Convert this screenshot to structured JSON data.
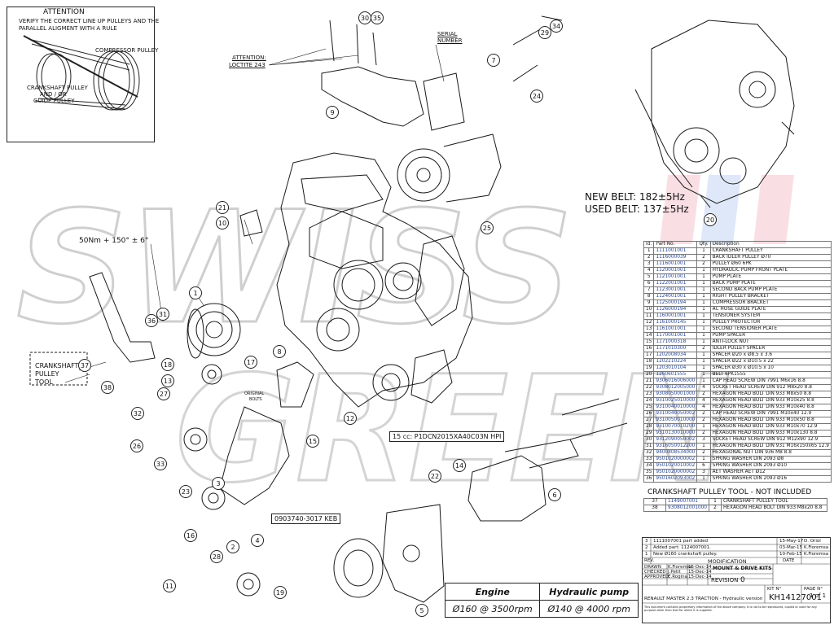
{
  "attention": {
    "title": "ATTENTION",
    "text_line1": "VERIFY THE CORRECT LINE UP PULLEYS AND THE",
    "text_line2": "PARALLEL ALIGMENT WITH A RULE",
    "compressor_pulley": "COMPRESSOR PULLEY",
    "crankshaft_line1": "CRANKSHAFT PULLEY",
    "crankshaft_line2": "AND / OR",
    "crankshaft_line3": "GUIDE PULLEY"
  },
  "callouts": {
    "loctite_line1": "ATTENTION:",
    "loctite_line2": "LOCTITE 243",
    "serial_line1": "SERIAL",
    "serial_line2": "NUMBER",
    "torque": "50Nm + 150° ± 6°",
    "original_bolts_line1": "ORIGINAL",
    "original_bolts_line2": "BOLTS",
    "tool_line1": "CRANKSHAFT",
    "tool_line2": "PULLEY",
    "tool_line3": "TOOL",
    "compressor_code": "15 cc: P1DCN2015XA40C03N HPI",
    "keb_code": "0903740-3017 KEB"
  },
  "belt": {
    "new": "NEW BELT: 182±5Hz",
    "used": "USED BELT: 137±5Hz"
  },
  "balloons": [
    "1",
    "2",
    "3",
    "4",
    "5",
    "6",
    "7",
    "8",
    "9",
    "10",
    "11",
    "12",
    "13",
    "14",
    "15",
    "16",
    "17",
    "18",
    "19",
    "20",
    "21",
    "22",
    "23",
    "24",
    "25",
    "26",
    "27",
    "28",
    "29",
    "30",
    "31",
    "32",
    "33",
    "34",
    "35",
    "36",
    "37",
    "38"
  ],
  "parts_table": {
    "headers": [
      "Id.",
      "Part No.",
      "Qty.",
      "Description"
    ],
    "rows": [
      [
        "1",
        "1111001001",
        "1",
        "CRANKSHAFT PULLEY"
      ],
      [
        "2",
        "1116000039",
        "2",
        "BACK IDLER PULLEY Ø70"
      ],
      [
        "3",
        "1116001001",
        "2",
        "PULLEY Ø60 6PK"
      ],
      [
        "4",
        "1120001001",
        "1",
        "HYDRAULIC PUMP FRONT PLATE"
      ],
      [
        "5",
        "1121001001",
        "1",
        "PUMP PLATE"
      ],
      [
        "6",
        "1122001001",
        "1",
        "BACK PUMP PLATE"
      ],
      [
        "7",
        "1123001001",
        "1",
        "SECOND BACK PUMP PLATE"
      ],
      [
        "8",
        "1124001001",
        "1",
        "RIGHT PULLEY BRACKET"
      ],
      [
        "9",
        "1125000194",
        "1",
        "COMPRESSOR BRACKET"
      ],
      [
        "10",
        "1126000194",
        "1",
        "AC HOSE GUIDE PLATE"
      ],
      [
        "11",
        "1160001001",
        "1",
        "TENSIONER SYSTEM"
      ],
      [
        "12",
        "1161000145",
        "1",
        "PULLEY PROTECTOR"
      ],
      [
        "13",
        "1161001001",
        "1",
        "SECOND TENSIONER PLATE"
      ],
      [
        "14",
        "1170001001",
        "1",
        "PUMP SPACER"
      ],
      [
        "15",
        "1171000318",
        "1",
        "ANTI-LOCK NUT"
      ],
      [
        "16",
        "1171010300",
        "2",
        "IDLER PULLEY SPACER"
      ],
      [
        "17",
        "1202008034",
        "1",
        "SPACER Ø20 x Ø8.5 x 3.6"
      ],
      [
        "18",
        "1202210224",
        "1",
        "SPACER Ø22 x Ø10.5 x 22"
      ],
      [
        "19",
        "1203010104",
        "1",
        "SPACER Ø30 x Ø10.5 x 10"
      ],
      [
        "20",
        "1260601555",
        "1",
        "BELT 6PK1555"
      ],
      [
        "21",
        "9306016006000",
        "1",
        "CAP HEAD SCREW DIN 7991 M6x16 8.8"
      ],
      [
        "22",
        "9308012005000",
        "4",
        "SOCKET HEAD SCREW DIN 912 M8x20 8.8"
      ],
      [
        "23",
        "9308050001000",
        "2",
        "HEXAGON HEAD BOLT DIN 933 M8x50 8.8"
      ],
      [
        "24",
        "9310025010000",
        "4",
        "HEXAGON HEAD BOLT DIN 933 M10x25 8.8"
      ],
      [
        "25",
        "9310040010000",
        "4",
        "HEXAGON HEAD BOLT DIN 933 M10x40 8.8"
      ],
      [
        "26",
        "9310040050002",
        "2",
        "CAP HEAD SCREW DIN 7991 M10x40 12.9"
      ],
      [
        "27",
        "9310050010000",
        "2",
        "HEXAGON HEAD BOLT DIN 933 M10x50 8.8"
      ],
      [
        "28",
        "9310070010200",
        "1",
        "HEXAGON HEAD BOLT DIN 933 M10x70 12.9"
      ],
      [
        "29",
        "9310130010000",
        "2",
        "HEXAGON HEAD BOLT DIN 933 M10x130 8.8"
      ],
      [
        "30",
        "9312090050002",
        "3",
        "SOCKET HEAD SCREW DIN 912 M12x90 12.9"
      ],
      [
        "31",
        "9316050012200",
        "1",
        "HEXAGON HEAD BOLT DIN 931 M16x150x65 12.9"
      ],
      [
        "32",
        "9400808534000",
        "2",
        "HEXAGONAL NUT DIN 936 M8 8.8"
      ],
      [
        "33",
        "9501020000002",
        "1",
        "SPRING WASHER DIN 2093 Ø8"
      ],
      [
        "34",
        "9501020010002",
        "6",
        "SPRING WASHER DIN 2093 Ø10"
      ],
      [
        "35",
        "9501020000002",
        "3",
        "AET WASHER AET Ø12"
      ],
      [
        "36",
        "9501602093002",
        "1",
        "SPRING WASHER DIN 2093 Ø16"
      ]
    ]
  },
  "tool_table": {
    "title": "CRANKSHAFT PULLEY TOOL - NOT INCLUDED",
    "rows": [
      [
        "37",
        "1149007001",
        "1",
        "CRANKSHAFT PULLEY TOOL"
      ],
      [
        "38",
        "9308012001000",
        "2",
        "HEXAGON HEAD BOLT DIN 933 M8x20 8.8"
      ]
    ]
  },
  "spec": {
    "engine_label": "Engine",
    "pump_label": "Hydraulic pump",
    "engine_value": "Ø160 @ 3500rpm",
    "pump_value": "Ø140 @ 4000 rpm"
  },
  "title_block": {
    "rev_rows": [
      [
        "3",
        "1111007001 part added",
        "15-May-17",
        "D. Oriol"
      ],
      [
        "2",
        "Added part: 1124007001.",
        "03-Mar-15",
        "K.Fioremsa"
      ],
      [
        "1",
        "New Ø160 crankshaft pulley.",
        "10-Feb-15",
        "K.Fioremsa"
      ]
    ],
    "rev_header": "REV.",
    "modification": "MODIFICATION",
    "date_header": "DATE",
    "drawn": "DRAWN",
    "checked": "CHECKED",
    "approved": "APPROVED",
    "drawn_by": "K.Fioremsa",
    "checked_by": "J.Petit",
    "approved_by": "E.Rogina",
    "drawn_date": "15-Dec-14",
    "checked_date": "15-Dec-14",
    "approved_date": "15-Dec-14",
    "group": "MOUNT & DRIVE KITS",
    "revision_label": "REVISION",
    "revision": "0",
    "vehicle": "RENAULT MASTER 2.3 TRACTION - Hydraulic version",
    "kit_label": "KIT N°",
    "kit": "KH14127001",
    "page_label": "PAGE N°",
    "page": "1 of 1",
    "disclaimer": "This document contains proprietary information of the above company. It is not to be reproduced, copied or used for any purpose other than that for which it is supplied."
  },
  "watermark": {
    "line1": "SWISS",
    "line2": "GREEN"
  }
}
